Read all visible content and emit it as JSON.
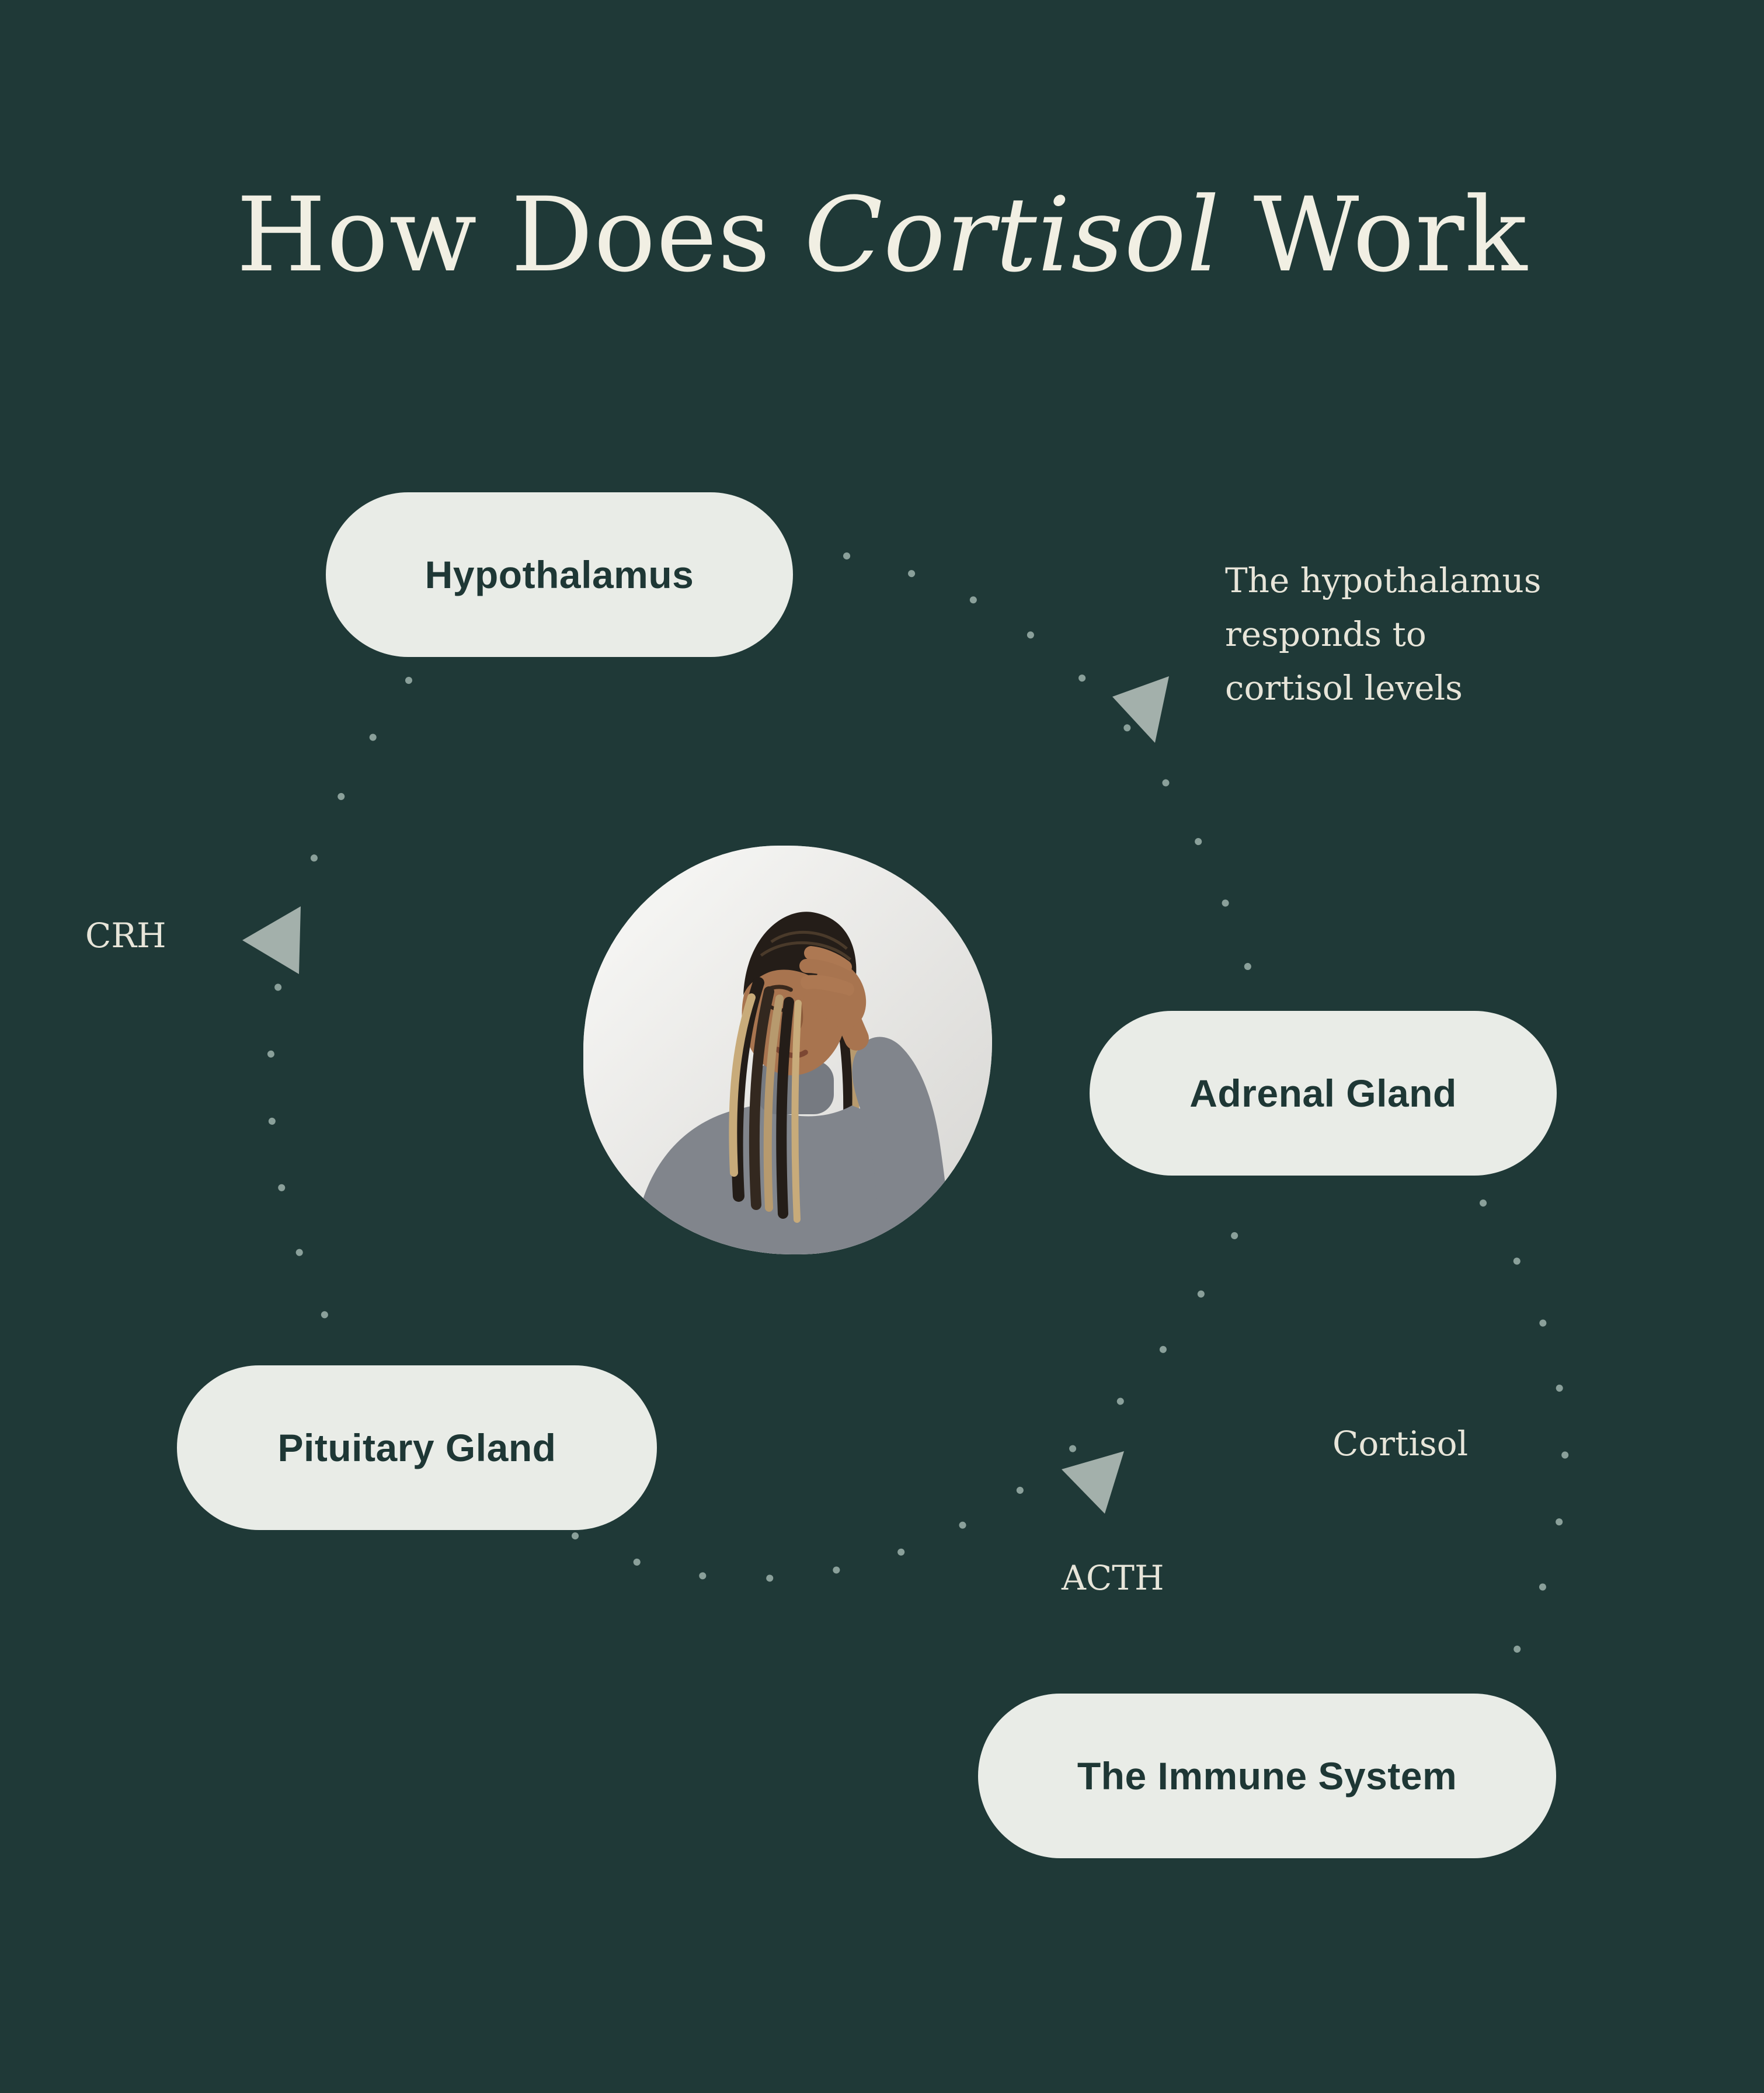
{
  "title": {
    "prefix": "How Does ",
    "italic": "Cortisol",
    "suffix": " Work"
  },
  "nodes": {
    "hypothalamus": "Hypothalamus",
    "adrenal": "Adrenal Gland",
    "pituitary": "Pituitary Gland",
    "immune": "The Immune System"
  },
  "labels": {
    "crh": "CRH",
    "acth": "ACTH",
    "cortisol": "Cortisol"
  },
  "annotation": {
    "lines": [
      "The hypothalamus",
      "responds to",
      "cortisol levels"
    ]
  },
  "center_image": {
    "description": "Photo of a stressed woman with long braids in a gray turtleneck, eyes closed, hand pressed to her forehead"
  },
  "colors": {
    "background": "#1f3937",
    "pill_fill": "#e9ece7",
    "pill_text": "#1e3735",
    "title_text": "#f1efe3",
    "label_text": "#e7e5d9",
    "dots": "#8aa09a",
    "arrows": "#a3b0ab"
  }
}
